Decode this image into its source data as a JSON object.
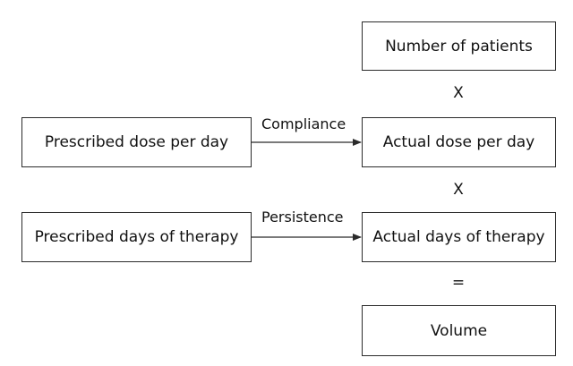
{
  "nodes": {
    "number_of_patients": "Number of patients",
    "prescribed_dose": "Prescribed dose per day",
    "actual_dose": "Actual dose per day",
    "prescribed_days": "Prescribed days of therapy",
    "actual_days": "Actual days of therapy",
    "volume": "Volume"
  },
  "operators": {
    "times_1": "X",
    "times_2": "X",
    "equals": "="
  },
  "edges": {
    "compliance": "Compliance",
    "persistence": "Persistence"
  },
  "colors": {
    "stroke": "#2b2b2b",
    "text": "#111111",
    "background": "#ffffff"
  }
}
